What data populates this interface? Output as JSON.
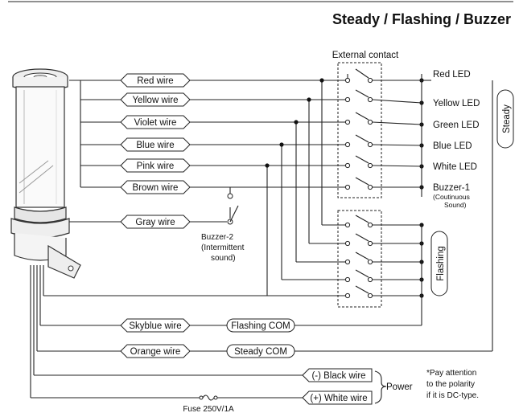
{
  "title": "Steady / Flashing / Buzzer",
  "external_contact": "External contact",
  "wires": {
    "red": "Red wire",
    "yellow": "Yellow wire",
    "violet": "Violet wire",
    "blue": "Blue wire",
    "pink": "Pink wire",
    "brown": "Brown wire",
    "gray": "Gray wire",
    "skyblue": "Skyblue wire",
    "orange": "Orange wire",
    "black": "(-) Black wire",
    "white": "(+) White wire"
  },
  "outputs": {
    "red_led": "Red LED",
    "yellow_led": "Yellow LED",
    "green_led": "Green LED",
    "blue_led": "Blue LED",
    "white_led": "White LED",
    "buzzer1": "Buzzer-1",
    "buzzer1_note1": "(Coutinuous",
    "buzzer1_note2": "Sound)"
  },
  "buzzer2": {
    "line1": "Buzzer-2",
    "line2": "(Intermittent",
    "line3": "sound)"
  },
  "mode": {
    "steady": "Steady",
    "flashing": "Flashing",
    "flashing_com": "Flashing COM",
    "steady_com": "Steady COM"
  },
  "power": "Power",
  "fuse": "Fuse 250V/1A",
  "note": {
    "line1": "*Pay attention",
    "line2": "to the polarity",
    "line3": "if it is DC-type."
  }
}
